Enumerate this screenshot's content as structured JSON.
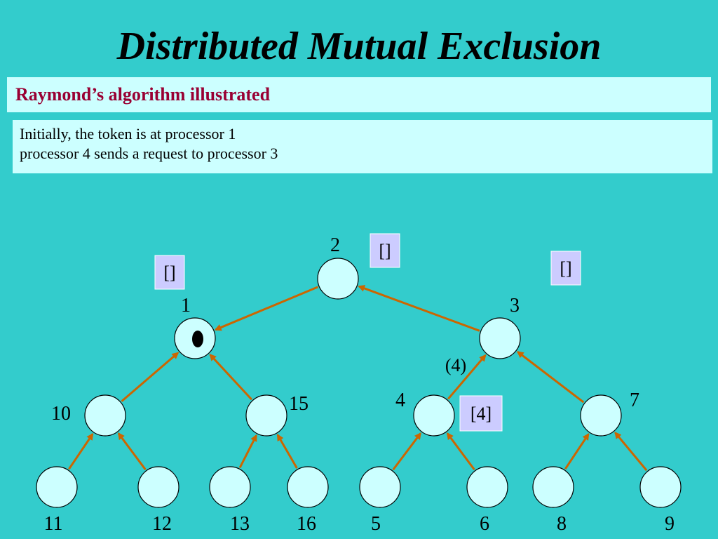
{
  "title": "Distributed Mutual Exclusion",
  "subtitle": "Raymond’s algorithm illustrated",
  "description": [
    "Initially, the token is at processor 1",
    "processor 4 sends a request to processor 3"
  ],
  "nodes": [
    {
      "id": "2",
      "label": "2"
    },
    {
      "id": "1",
      "label": "1"
    },
    {
      "id": "3",
      "label": "3"
    },
    {
      "id": "10",
      "label": "10"
    },
    {
      "id": "15",
      "label": "15"
    },
    {
      "id": "4",
      "label": "4"
    },
    {
      "id": "7",
      "label": "7"
    },
    {
      "id": "11",
      "label": "11"
    },
    {
      "id": "12",
      "label": "12"
    },
    {
      "id": "13",
      "label": "13"
    },
    {
      "id": "16",
      "label": "16"
    },
    {
      "id": "5",
      "label": "5"
    },
    {
      "id": "6",
      "label": "6"
    },
    {
      "id": "8",
      "label": "8"
    },
    {
      "id": "9",
      "label": "9"
    }
  ],
  "token_holder": "1",
  "edges": [
    {
      "from": "2",
      "to": "1"
    },
    {
      "from": "3",
      "to": "2"
    },
    {
      "from": "10",
      "to": "1"
    },
    {
      "from": "15",
      "to": "1"
    },
    {
      "from": "4",
      "to": "3"
    },
    {
      "from": "7",
      "to": "3"
    },
    {
      "from": "11",
      "to": "10"
    },
    {
      "from": "12",
      "to": "10"
    },
    {
      "from": "13",
      "to": "15"
    },
    {
      "from": "16",
      "to": "15"
    },
    {
      "from": "5",
      "to": "4"
    },
    {
      "from": "6",
      "to": "4"
    },
    {
      "from": "8",
      "to": "7"
    },
    {
      "from": "9",
      "to": "7"
    }
  ],
  "queues": [
    {
      "node": "2",
      "text": "[]"
    },
    {
      "node": "1",
      "text": "[]"
    },
    {
      "node": "3",
      "text": "[]"
    },
    {
      "node": "4",
      "text": "[4]"
    }
  ],
  "messages": [
    {
      "edge_from": "4",
      "edge_to": "3",
      "text": "(4)"
    }
  ],
  "colors": {
    "background": "#33cccc",
    "panel": "#ccffff",
    "subtitle": "#990033",
    "edge": "#cc6600",
    "queue_box": "#ccccff"
  }
}
